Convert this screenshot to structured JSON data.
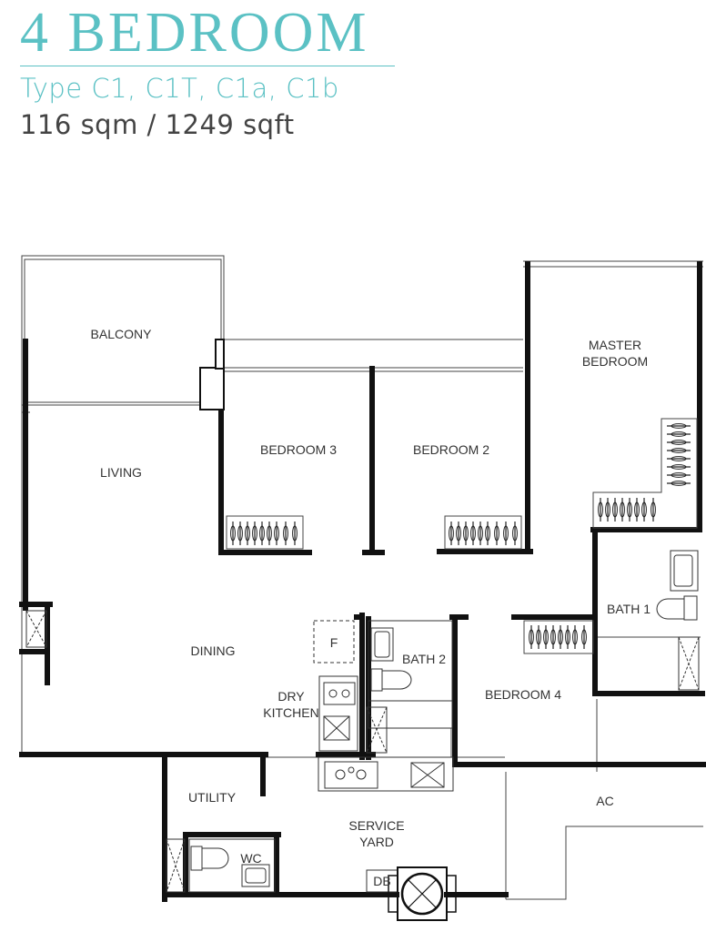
{
  "header": {
    "title": "4 BEDROOM",
    "types": "Type C1, C1T, C1a, C1b",
    "area": "116 sqm / 1249 sqft"
  },
  "colors": {
    "accent": "#5bc1c4",
    "wall": "#111111",
    "text": "#444444"
  },
  "rooms": {
    "balcony": "BALCONY",
    "living": "LIVING",
    "bedroom3": "BEDROOM 3",
    "bedroom2": "BEDROOM 2",
    "master_line1": "MASTER",
    "master_line2": "BEDROOM",
    "dining": "DINING",
    "fridge": "F",
    "bath2": "BATH 2",
    "bath1": "BATH 1",
    "bedroom4": "BEDROOM 4",
    "dry_kitchen_line1": "DRY",
    "dry_kitchen_line2": "KITCHEN",
    "utility": "UTILITY",
    "wc": "WC",
    "service_line1": "SERVICE",
    "service_line2": "YARD",
    "db": "DB",
    "ac": "AC"
  }
}
